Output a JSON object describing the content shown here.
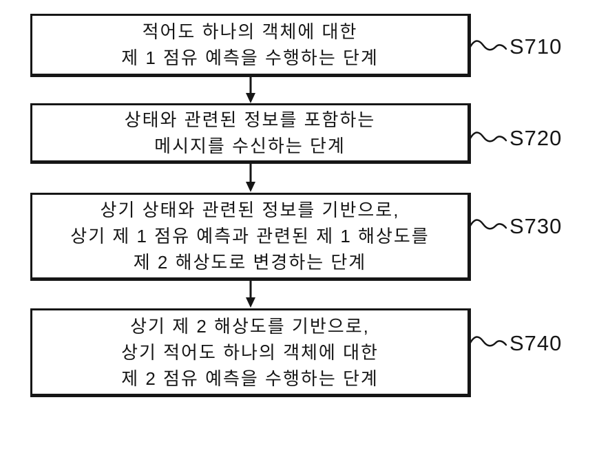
{
  "figure": {
    "type": "flowchart",
    "colors": {
      "ink": "#161616",
      "background": "#ffffff"
    },
    "steps": [
      {
        "id": "S710",
        "lines": [
          "적어도 하나의 객체에 대한",
          "제 1 점유 예측을 수행하는 단계"
        ]
      },
      {
        "id": "S720",
        "lines": [
          "상태와 관련된 정보를 포함하는",
          "메시지를 수신하는 단계"
        ]
      },
      {
        "id": "S730",
        "lines": [
          "상기 상태와 관련된 정보를 기반으로,",
          "상기 제 1 점유 예측과 관련된 제 1 해상도를",
          "제 2 해상도로 변경하는 단계"
        ]
      },
      {
        "id": "S740",
        "lines": [
          "상기 제 2 해상도를 기반으로,",
          "상기 적어도 하나의 객체에 대한",
          "제 2 점유 예측을 수행하는 단계"
        ]
      }
    ]
  }
}
